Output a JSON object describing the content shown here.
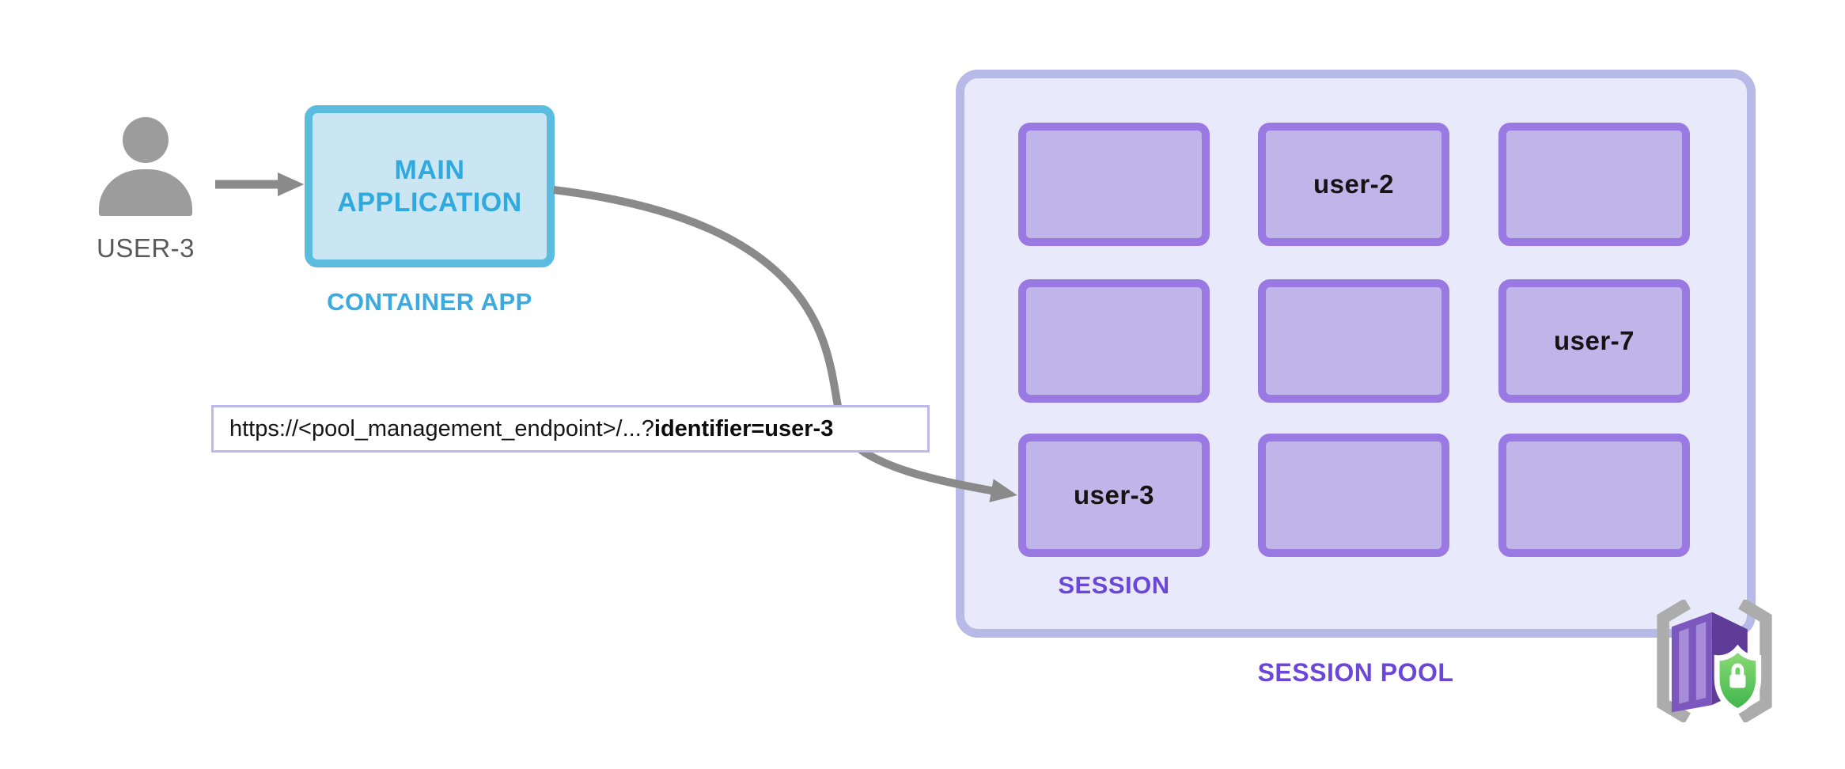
{
  "user": {
    "label": "USER-3"
  },
  "container_app": {
    "box_label": "MAIN APPLICATION",
    "caption": "CONTAINER APP"
  },
  "request_url": {
    "prefix": "https://<pool_management_endpoint>/...?",
    "bold": "identifier=user-3"
  },
  "session_pool": {
    "caption": "SESSION POOL",
    "session_caption": "SESSION",
    "sessions": [
      {
        "label": ""
      },
      {
        "label": "user-2"
      },
      {
        "label": ""
      },
      {
        "label": ""
      },
      {
        "label": ""
      },
      {
        "label": "user-7"
      },
      {
        "label": "user-3"
      },
      {
        "label": ""
      },
      {
        "label": ""
      }
    ]
  },
  "icons": {
    "user_icon": "person-silhouette",
    "pool_icon": "container-apps-dynamic-sessions"
  },
  "colors": {
    "app_border": "#5BBCE0",
    "app_fill": "#C9E6F2",
    "app_text": "#2FA9DE",
    "caption_blue": "#3AABE0",
    "pool_border": "#B7B9E6",
    "pool_fill": "#E8EAFB",
    "session_border": "#9B79E2",
    "session_fill": "#C0B5E8",
    "purple_text": "#6B46D9",
    "arrow_gray": "#8A8A8A",
    "user_gray": "#9C9C9C"
  }
}
